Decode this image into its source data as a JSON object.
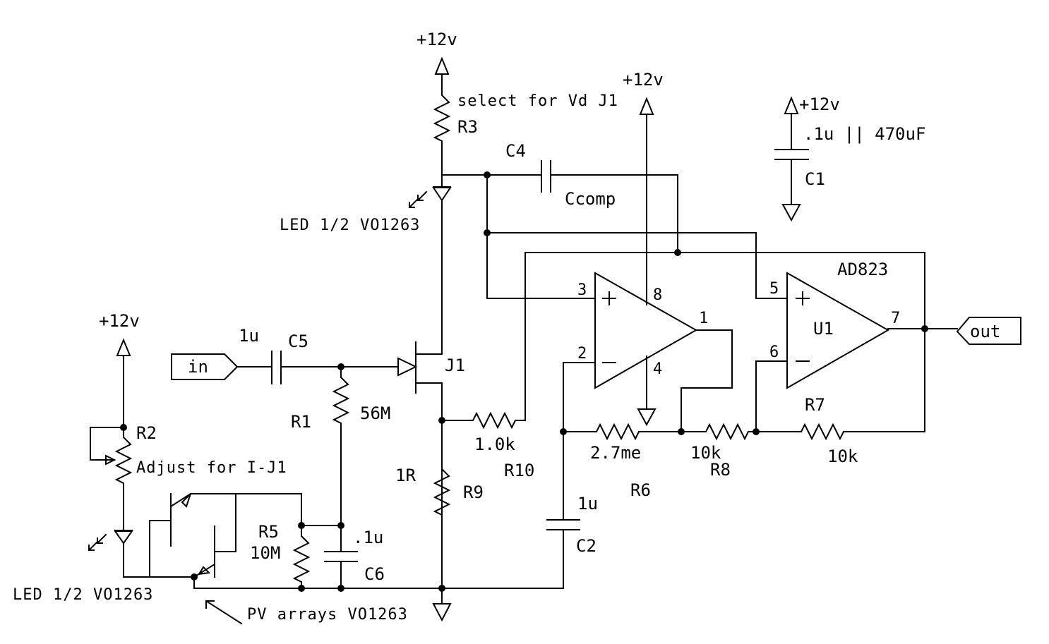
{
  "power": {
    "supply_label": "+12v"
  },
  "resistors": {
    "r1": {
      "ref": "R1",
      "value": "56M"
    },
    "r2": {
      "ref": "R2",
      "note": "Adjust for I-J1"
    },
    "r3": {
      "ref": "R3",
      "note": "select for Vd J1"
    },
    "r5": {
      "ref": "R5",
      "value": "10M"
    },
    "r6": {
      "ref": "R6",
      "value": "2.7me"
    },
    "r7": {
      "ref": "R7",
      "value": "10k"
    },
    "r8": {
      "ref": "R8",
      "value": "10k"
    },
    "r9": {
      "ref": "R9",
      "value": "1R"
    },
    "r10": {
      "ref": "R10",
      "value": "1.0k"
    }
  },
  "capacitors": {
    "c1": {
      "ref": "C1",
      "value": ".1u || 470uF"
    },
    "c2": {
      "ref": "C2",
      "value": "1u"
    },
    "c4": {
      "ref": "C4",
      "value": "Ccomp"
    },
    "c5": {
      "ref": "C5",
      "value": "1u"
    },
    "c6": {
      "ref": "C6",
      "value": ".1u"
    }
  },
  "transistor": {
    "ref": "J1"
  },
  "opamp": {
    "part": "AD823",
    "u1_ref": "U1",
    "pins": {
      "p1": "1",
      "p2": "2",
      "p3": "3",
      "p4": "4",
      "p5": "5",
      "p6": "6",
      "p7": "7",
      "p8": "8"
    }
  },
  "ports": {
    "input": "in",
    "output": "out"
  },
  "optocoupler": {
    "led_label": "LED 1/2 VO1263",
    "pv_label": "PV arrays VO1263"
  }
}
